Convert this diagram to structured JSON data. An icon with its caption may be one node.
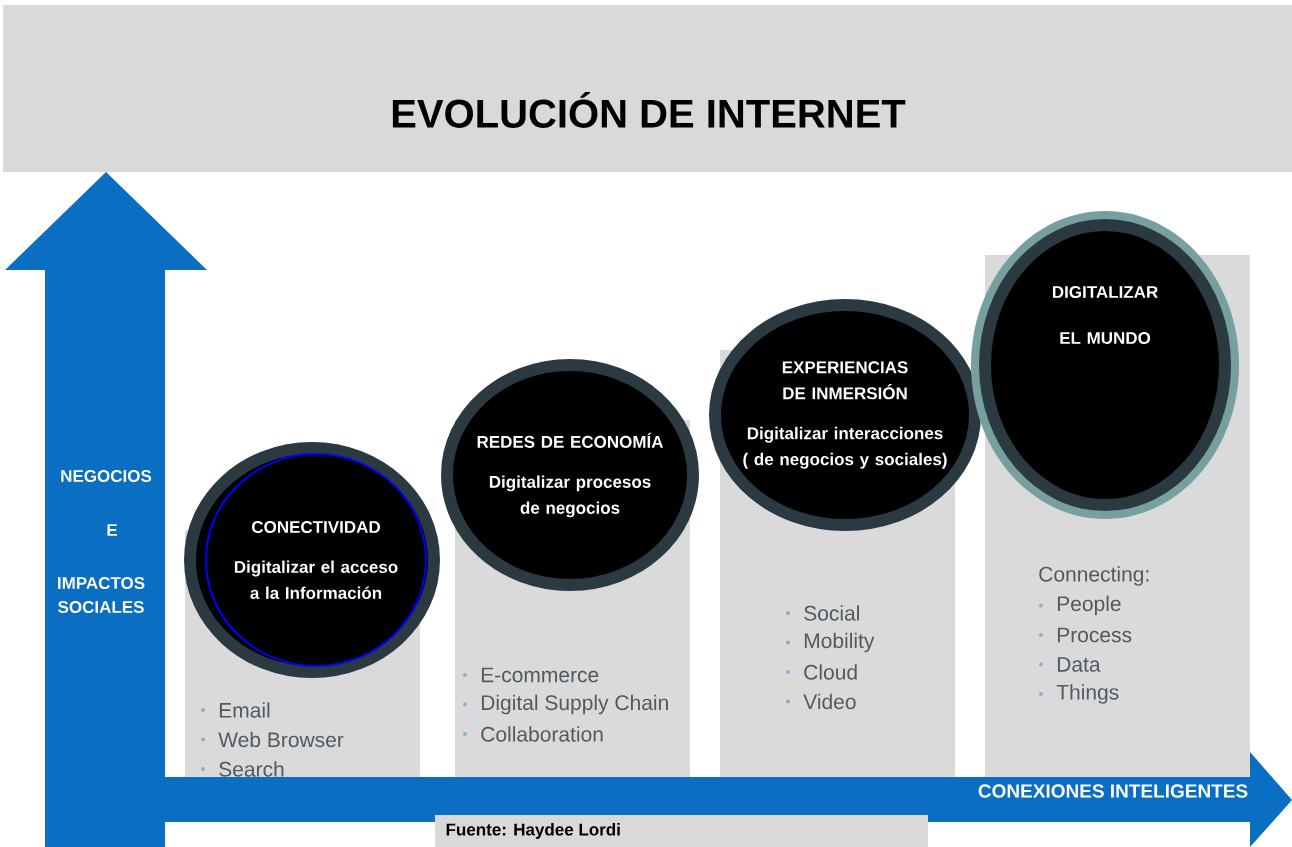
{
  "diagram": {
    "title": "EVOLUCIÓN DE INTERNET",
    "nodes": [
      {
        "text": [
          "CONECTIVIDAD",
          "Digitalizar el  acceso a la Información"
        ],
        "beside": [
          "Email",
          "Web Browser",
          "Search"
        ]
      },
      {
        "text": [
          "REDES DE ECONOMÍA",
          "Digitalizar procesos de negocios"
        ],
        "beside": [
          "E-commerce",
          "Digital Supply Chain",
          "Collaboration"
        ]
      },
      {
        "text": [
          "EXPERIENCIAS DE INMERSIÓN",
          "Digitalizar interacciones ( de negocios y sociales)"
        ],
        "beside": [
          "Social",
          "Mobility",
          "Cloud",
          "Video"
        ]
      },
      {
        "text": [
          "DIGITALIZAR EL MUNDO"
        ],
        "beside": [
          "Connecting:",
          "People",
          "Process",
          "Data",
          "Things"
        ]
      }
    ],
    "edges": [],
    "labels": [
      "NEGOCIOS",
      "E",
      "IMPACTOS SOCIALES",
      "CONEXIONES INTELIGENTES",
      "Fuente:  Haydee Lordi"
    ]
  }
}
